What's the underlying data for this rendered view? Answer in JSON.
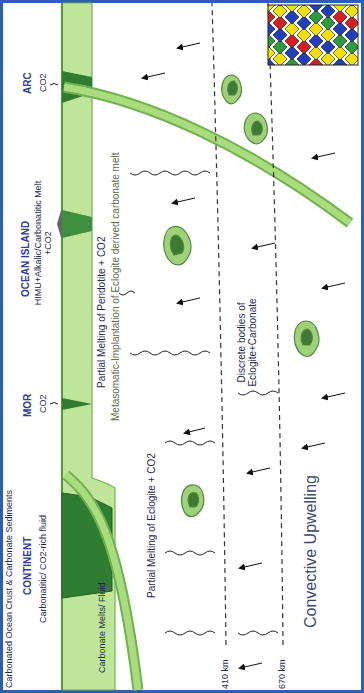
{
  "diagram": {
    "labels": [
      "Carbonated Ocean Crust & Carbonate Sediments",
      "CONTINENT",
      "Carbonatitic/ CO2-rich fluid",
      "MOR",
      "CO2",
      "OCEAN ISLAND",
      "HIMU+Alkalic/Carbonatitic Melt +CO2",
      "ARC",
      "CO2",
      "Partial Melting of Peridotite + CO2",
      "Metasomatic-Implantation of Eclogite derived carbonate melt",
      "Carbonate Melts/ Fluid",
      "Partial Melting of Eclogite + CO2",
      "Discrete bodies of Eclogite+Carbonate",
      "Convective Upwelling",
      "410 km",
      "670 km"
    ]
  }
}
